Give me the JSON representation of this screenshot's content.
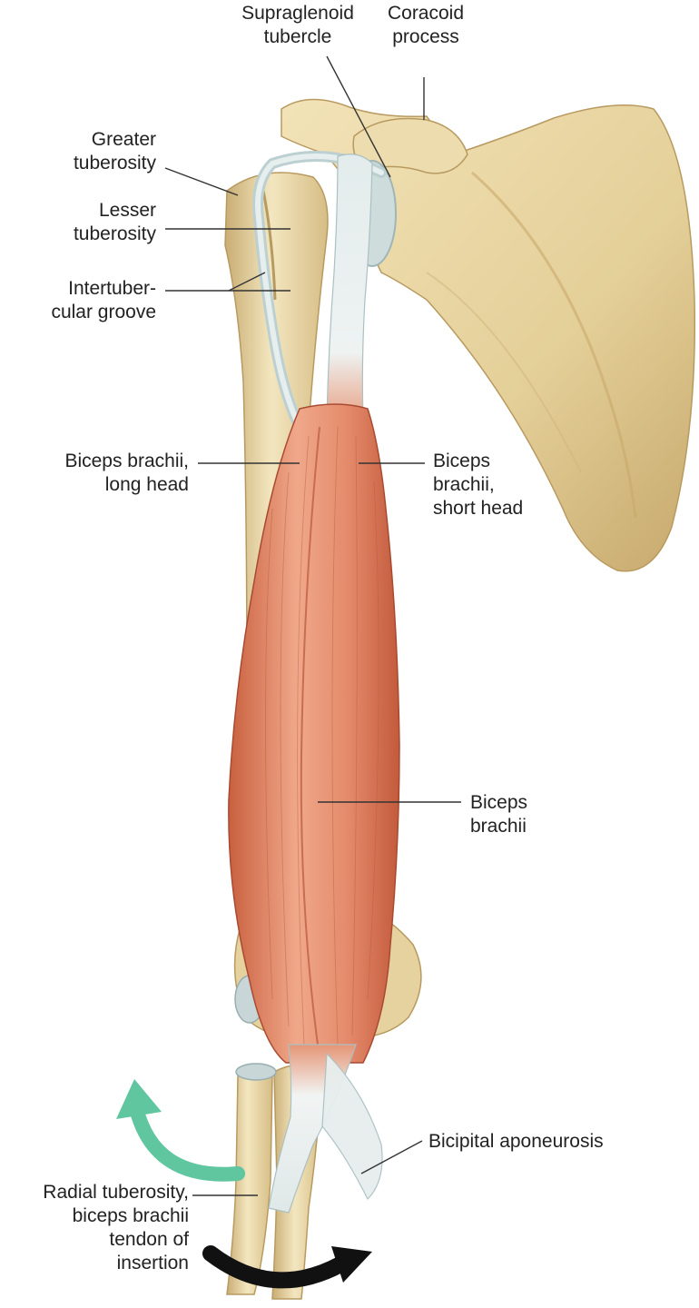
{
  "labels": {
    "supraglenoid": [
      "Supraglenoid",
      "tubercle"
    ],
    "coracoid": [
      "Coracoid",
      "process"
    ],
    "greater": [
      "Greater",
      "tuberosity"
    ],
    "lesser": [
      "Lesser",
      "tuberosity"
    ],
    "intertubercular": [
      "Intertuber-",
      "cular groove"
    ],
    "long_head": [
      "Biceps brachii,",
      "long head"
    ],
    "short_head": [
      "Biceps",
      "brachii,",
      "short head"
    ],
    "biceps": [
      "Biceps",
      "brachii"
    ],
    "aponeurosis": [
      "Bicipital aponeurosis"
    ],
    "radial": [
      "Radial tuberosity,",
      "biceps brachii",
      "tendon of",
      "insertion"
    ]
  },
  "colors": {
    "bone": "#e9d7a6",
    "bone_shadow": "#c9ad74",
    "muscle": "#d9785a",
    "muscle_light": "#f0a88a",
    "tendon": "#dfe8e8",
    "cartilage": "#b9cdd0",
    "arrow_green": "#5fc6a0",
    "arrow_black": "#111111",
    "leader": "#333333"
  },
  "icons": [
    "supination-arrow-green-icon",
    "rotation-arrow-black-icon"
  ]
}
